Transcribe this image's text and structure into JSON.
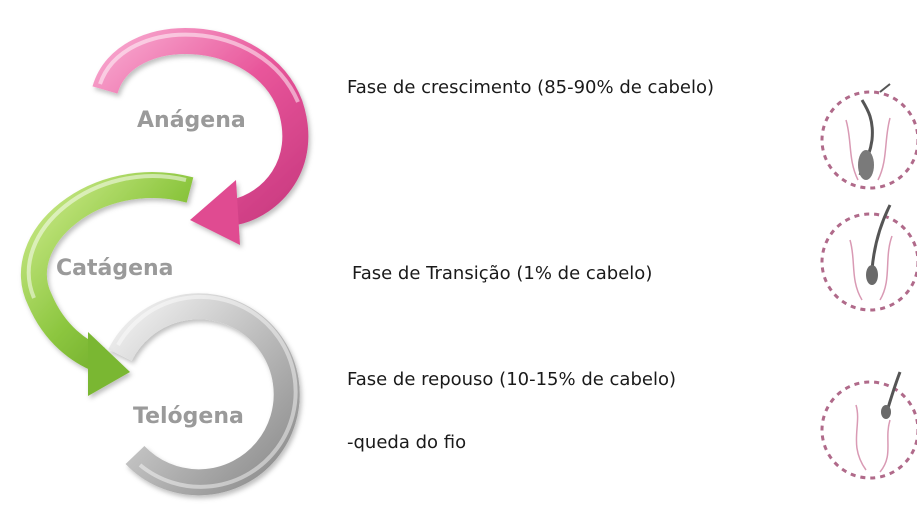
{
  "phases": [
    {
      "name": "Anágena",
      "color": "#e8559a",
      "descriptions": [
        "Fase de crescimento (85-90% de cabelo)"
      ],
      "icon": "hair-follicle-anagen-icon"
    },
    {
      "name": "Catágena",
      "color": "#8cc63f",
      "descriptions": [
        "Fase de Transição (1% de cabelo)"
      ],
      "icon": "hair-follicle-catagen-icon"
    },
    {
      "name": "Telógena",
      "color": "#b5b5b5",
      "descriptions": [
        "Fase de repouso (10-15% de cabelo)",
        "-queda do fio"
      ],
      "icon": "hair-follicle-telogen-icon"
    }
  ],
  "colors": {
    "label_text": "#9a9a9a",
    "icon_border": "#b06a8a"
  }
}
